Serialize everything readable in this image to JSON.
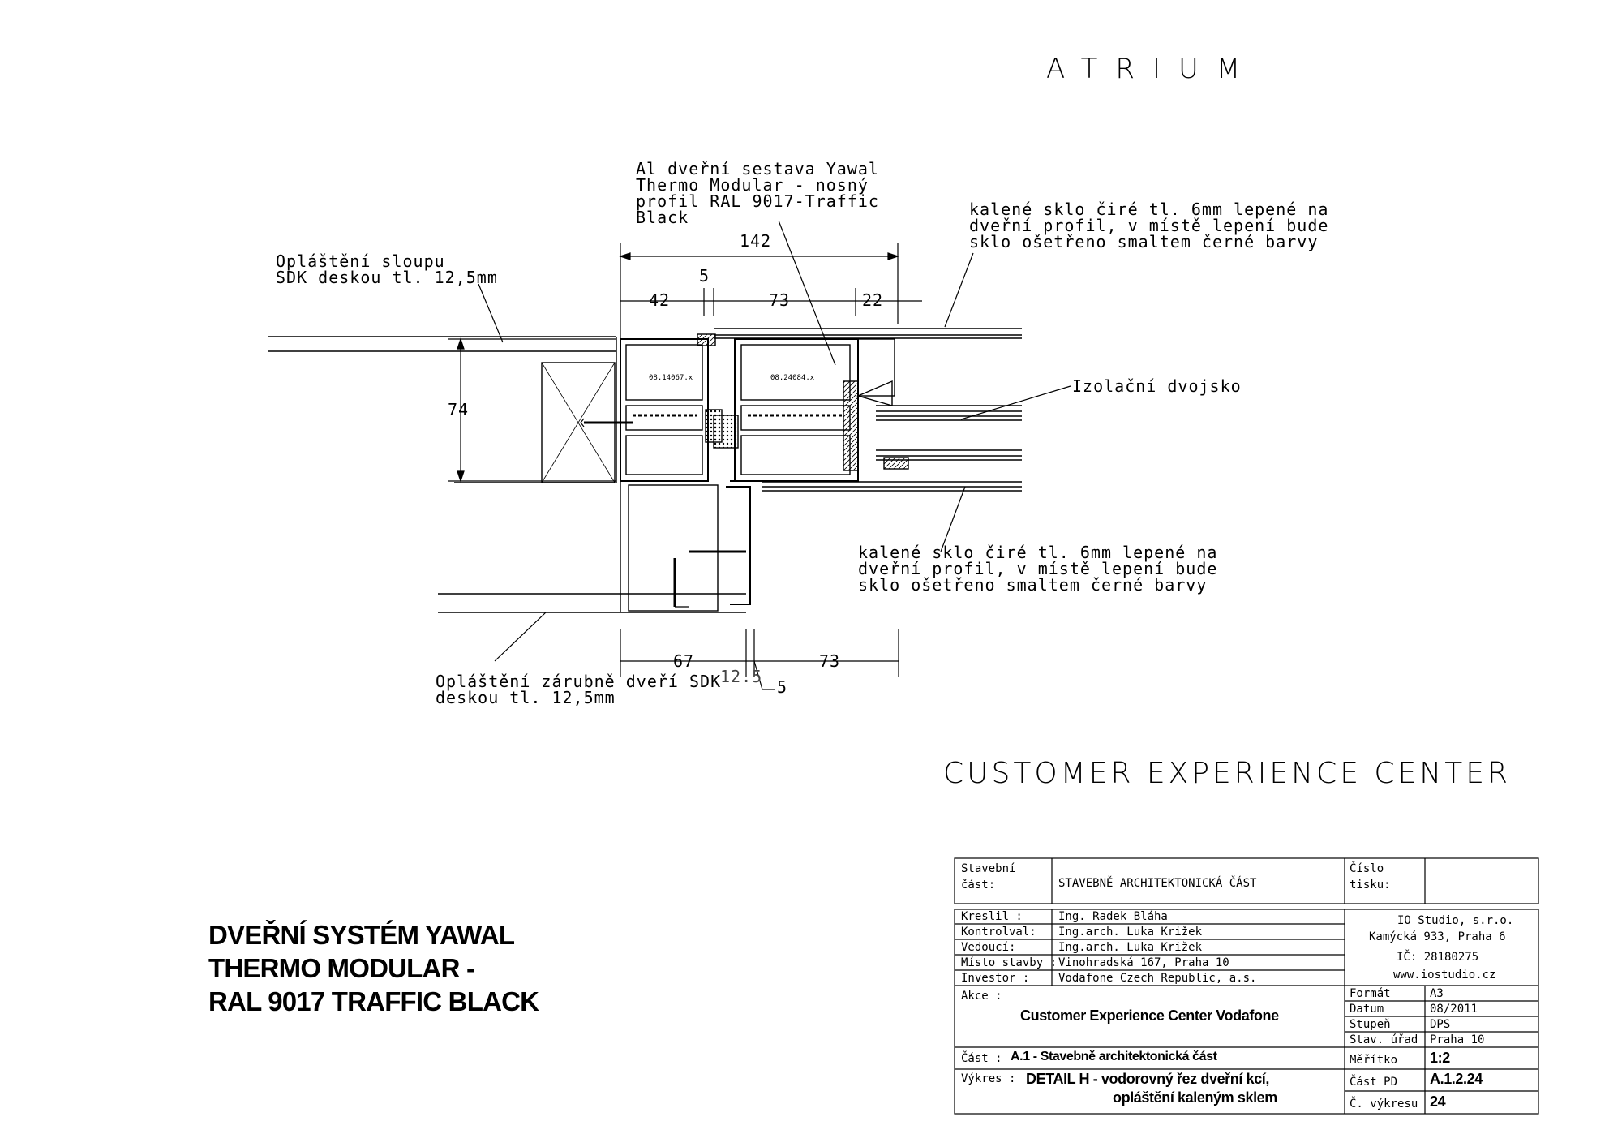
{
  "header": {
    "atrium": "ATRIUM",
    "project": "CUSTOMER EXPERIENCE CENTER"
  },
  "labels": {
    "sdk_column": "Opláštění sloupu\nSDK deskou tl. 12,5mm",
    "al_door": "Al dveřní sestava Yawal\nThermo Modular - nosný\nprofil RAL 9017-Traffic\nBlack",
    "glass_top": "kalené sklo čiré tl. 6mm lepené na\ndveřní profil, v místě lepení bude\nsklo ošetřeno smaltem černé barvy",
    "insulating_glass": "Izolační dvojsko",
    "glass_bottom": "kalené sklo čiré tl. 6mm lepené na\ndveřní profil, v místě lepení bude\nsklo ošetřeno smaltem černé barvy",
    "sdk_frame": "Opláštění zárubně dveří SDK\ndeskou tl. 12,5mm",
    "profile_left": "08.14067.x",
    "profile_right": "08.24084.x"
  },
  "dimensions": {
    "d142": "142",
    "d42": "42",
    "d5_top": "5",
    "d73_top": "73",
    "d22": "22",
    "d74": "74",
    "d67": "67",
    "d12_5": "12.5",
    "d5_bottom": "5",
    "d73_bottom": "73"
  },
  "sheet_title": {
    "line1": "DVEŘNÍ SYSTÉM YAWAL",
    "line2": "THERMO MODULAR -",
    "line3": "RAL 9017 TRAFFIC BLACK"
  },
  "title_block": {
    "stavebni_label": "Stavební\nčást:",
    "stavebni_value": "STAVEBNĚ ARCHITEKTONICKÁ ČÁST",
    "cislo_label": "Číslo\ntisku:",
    "rows": [
      {
        "label": "Kreslil :",
        "value": "Ing. Radek Bláha"
      },
      {
        "label": "Kontrolval:",
        "value": "Ing.arch. Luka Križek"
      },
      {
        "label": "Vedoucí:",
        "value": "Ing.arch. Luka Križek"
      },
      {
        "label": "Místo stavby :",
        "value": "Vinohradská 167, Praha 10"
      },
      {
        "label": "Investor :",
        "value": "Vodafone Czech Republic, a.s."
      }
    ],
    "company": {
      "name": "IO Studio, s.r.o.",
      "address": "Kamýcká 933, Praha 6",
      "ic": "IČ: 28180275",
      "web": "www.iostudio.cz"
    },
    "akce_label": "Akce :",
    "akce_value": "Customer Experience Center Vodafone",
    "meta": [
      {
        "label": "Formát",
        "value": "A3"
      },
      {
        "label": "Datum",
        "value": "08/2011"
      },
      {
        "label": "Stupeň",
        "value": "DPS"
      },
      {
        "label": "Stav. úřad",
        "value": "Praha 10"
      }
    ],
    "cast_label": "Část :",
    "cast_value": "A.1 - Stavebně architektonická část",
    "meritko_label": "Měřítko",
    "meritko_value": "1:2",
    "vykres_label": "Výkres :",
    "vykres_line1": "DETAIL H - vodorovný řez dveřní kcí,",
    "vykres_line2": "opláštění kaleným sklem",
    "castpd_label": "Část PD",
    "castpd_value": "A.1.2.24",
    "cvykresu_label": "Č. výkresu",
    "cvykresu_value": "24"
  }
}
